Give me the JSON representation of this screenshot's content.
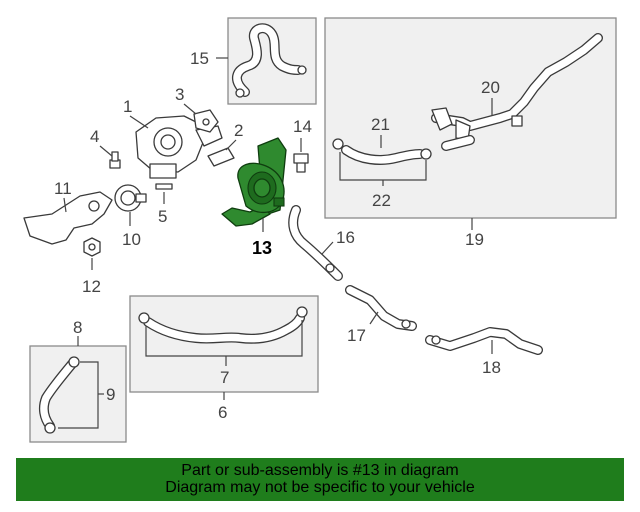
{
  "callouts": {
    "c1": "1",
    "c2": "2",
    "c3": "3",
    "c4": "4",
    "c5": "5",
    "c6": "6",
    "c7": "7",
    "c8": "8",
    "c9": "9",
    "c10": "10",
    "c11": "11",
    "c12": "12",
    "c13": "13",
    "c14": "14",
    "c15": "15",
    "c16": "16",
    "c17": "17",
    "c18": "18",
    "c19": "19",
    "c20": "20",
    "c21": "21",
    "c22": "22"
  },
  "highlighted_part": "13",
  "colors": {
    "highlight": "#2f8a2f",
    "banner": "#1f7d1c",
    "inset_box": "#f0f0f0"
  },
  "banner": {
    "line1": "Part or sub-assembly is #13 in diagram",
    "line2": "Diagram may not be specific to your vehicle"
  }
}
